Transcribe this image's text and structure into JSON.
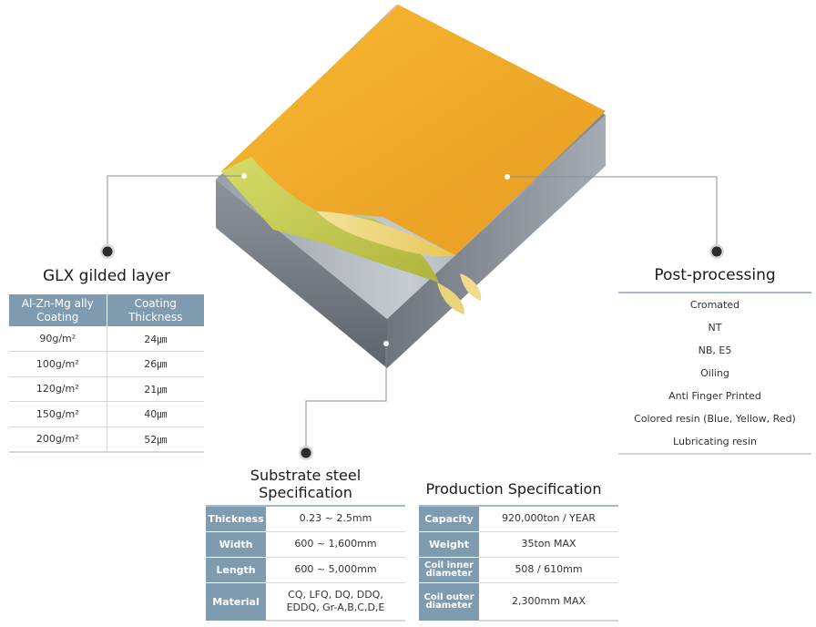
{
  "colors": {
    "header_fill": "#7f9bb0",
    "panel_top": "#f0a72a",
    "panel_yellow_green": "#c7cf52",
    "steel": "#8a9099"
  },
  "glx": {
    "title": "GLX gilded layer",
    "headers": [
      "Al-Zn-Mg ally Coating",
      "Coating Thickness"
    ],
    "rows": [
      {
        "coating": "90g/m²",
        "thickness": "24㎛"
      },
      {
        "coating": "100g/m²",
        "thickness": "26㎛"
      },
      {
        "coating": "120g/m²",
        "thickness": "21㎛"
      },
      {
        "coating": "150g/m²",
        "thickness": "40㎛"
      },
      {
        "coating": "200g/m²",
        "thickness": "52㎛"
      }
    ]
  },
  "post": {
    "title": "Post-processing",
    "items": [
      "Cromated",
      "NT",
      "NB, E5",
      "Oiling",
      "Anti Finger Printed",
      "Colored resin (Blue, Yellow, Red)",
      "Lubricating resin"
    ]
  },
  "substrate": {
    "title_line1": "Substrate steel",
    "title_line2": "Specification",
    "rows": [
      {
        "key": "Thickness",
        "value": "0.23 ~ 2.5mm"
      },
      {
        "key": "Width",
        "value": "600 ~ 1,600mm"
      },
      {
        "key": "Length",
        "value": "600 ~ 5,000mm"
      },
      {
        "key": "Material",
        "value_line1": "CQ, LFQ, DQ, DDQ,",
        "value_line2": "EDDQ, Gr-A,B,C,D,E"
      }
    ]
  },
  "production": {
    "title": "Production Specification",
    "rows": [
      {
        "key": "Capacity",
        "value": "920,000ton / YEAR"
      },
      {
        "key": "Weight",
        "value": "35ton MAX"
      },
      {
        "key": "Coil inner diameter",
        "value": "508 / 610mm"
      },
      {
        "key": "Coil outer diameter",
        "value": "2,300mm MAX"
      }
    ]
  }
}
